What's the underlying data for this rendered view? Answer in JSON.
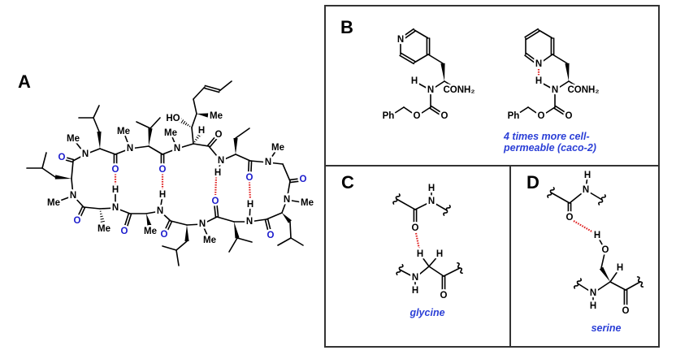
{
  "colors": {
    "default": "#000000",
    "carbonyl_o": "#1a1acc",
    "hbond": "#e02424",
    "annotation": "#2b3fd6",
    "frame": "#333333"
  },
  "panel_a": {
    "label": "A",
    "atoms": [
      "Me",
      "N",
      "O",
      "Me",
      "N",
      "O",
      "Me",
      "N",
      "H",
      "O",
      "O",
      "Me",
      "N",
      "H",
      "O",
      "O",
      "N",
      "Me",
      "O",
      "H",
      "N",
      "O",
      "H",
      "HO",
      "Me",
      "Me",
      "N",
      "Me",
      "N",
      "N",
      "H",
      "O",
      "O",
      "N",
      "Me",
      "O",
      "N",
      "Me"
    ]
  },
  "panel_b": {
    "label": "B",
    "atoms": [
      "N",
      "H",
      "N",
      "CONH₂",
      "O",
      "O",
      "Ph",
      "N",
      "H",
      "N",
      "CONH₂",
      "O",
      "O",
      "Ph"
    ],
    "note_line1": "4 times more cell-",
    "note_line2": "permeable (caco-2)"
  },
  "panel_c": {
    "label": "C",
    "atoms": [
      "H",
      "N",
      "O",
      "H",
      "H",
      "N",
      "H",
      "O"
    ],
    "caption": "glycine"
  },
  "panel_d": {
    "label": "D",
    "atoms": [
      "H",
      "N",
      "O",
      "H",
      "O",
      "H",
      "N",
      "H",
      "O"
    ],
    "caption": "serine"
  }
}
